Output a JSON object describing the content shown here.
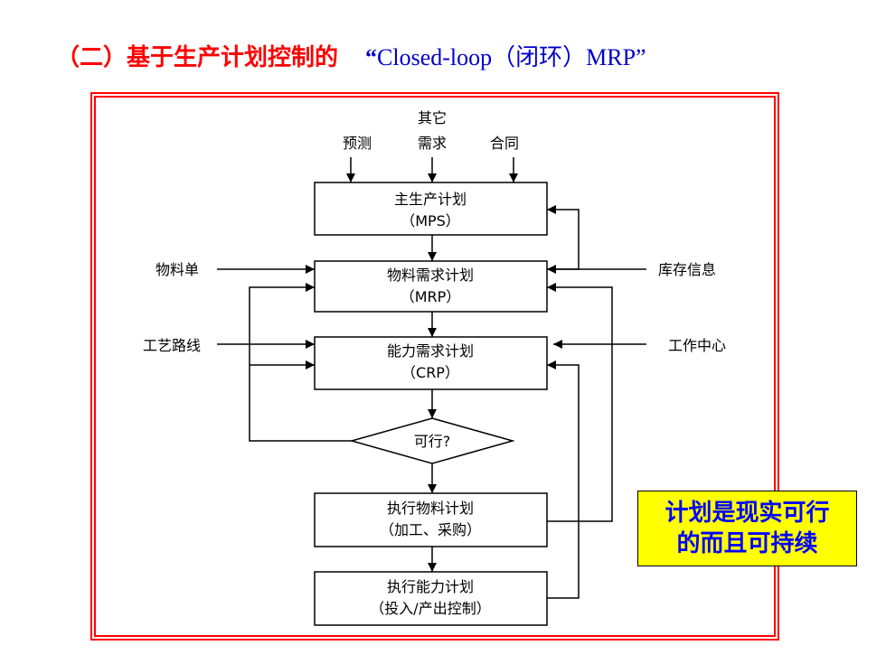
{
  "title": {
    "prefix": "（二）基于生产计划控制的",
    "quote_open": "“",
    "main": "Closed-loop（闭环）MRP",
    "quote_close": "”"
  },
  "inputs_top": [
    "预测",
    "需求",
    "合同"
  ],
  "inputs_top_extra": "其它",
  "boxes": {
    "mps": {
      "line1": "主生产计划",
      "line2": "（MPS）"
    },
    "mrp": {
      "line1": "物料需求计划",
      "line2": "（MRP）"
    },
    "crp": {
      "line1": "能力需求计划",
      "line2": "（CRP）"
    },
    "exec_material": {
      "line1": "执行物料计划",
      "line2": "（加工、采购）"
    },
    "exec_capacity": {
      "line1": "执行能力计划",
      "line2": "（投入/产出控制）"
    }
  },
  "decision": "可行?",
  "side_inputs": {
    "bom": "物料单",
    "routing": "工艺路线",
    "inventory": "库存信息",
    "work_center": "工作中心"
  },
  "callout": {
    "line1": "计划是现实可行",
    "line2": "的而且可持续"
  },
  "colors": {
    "title_red": "#ff0000",
    "title_blue": "#0000cc",
    "frame": "#ff0000",
    "callout_bg": "#ffff00",
    "callout_text": "#0000ff"
  }
}
